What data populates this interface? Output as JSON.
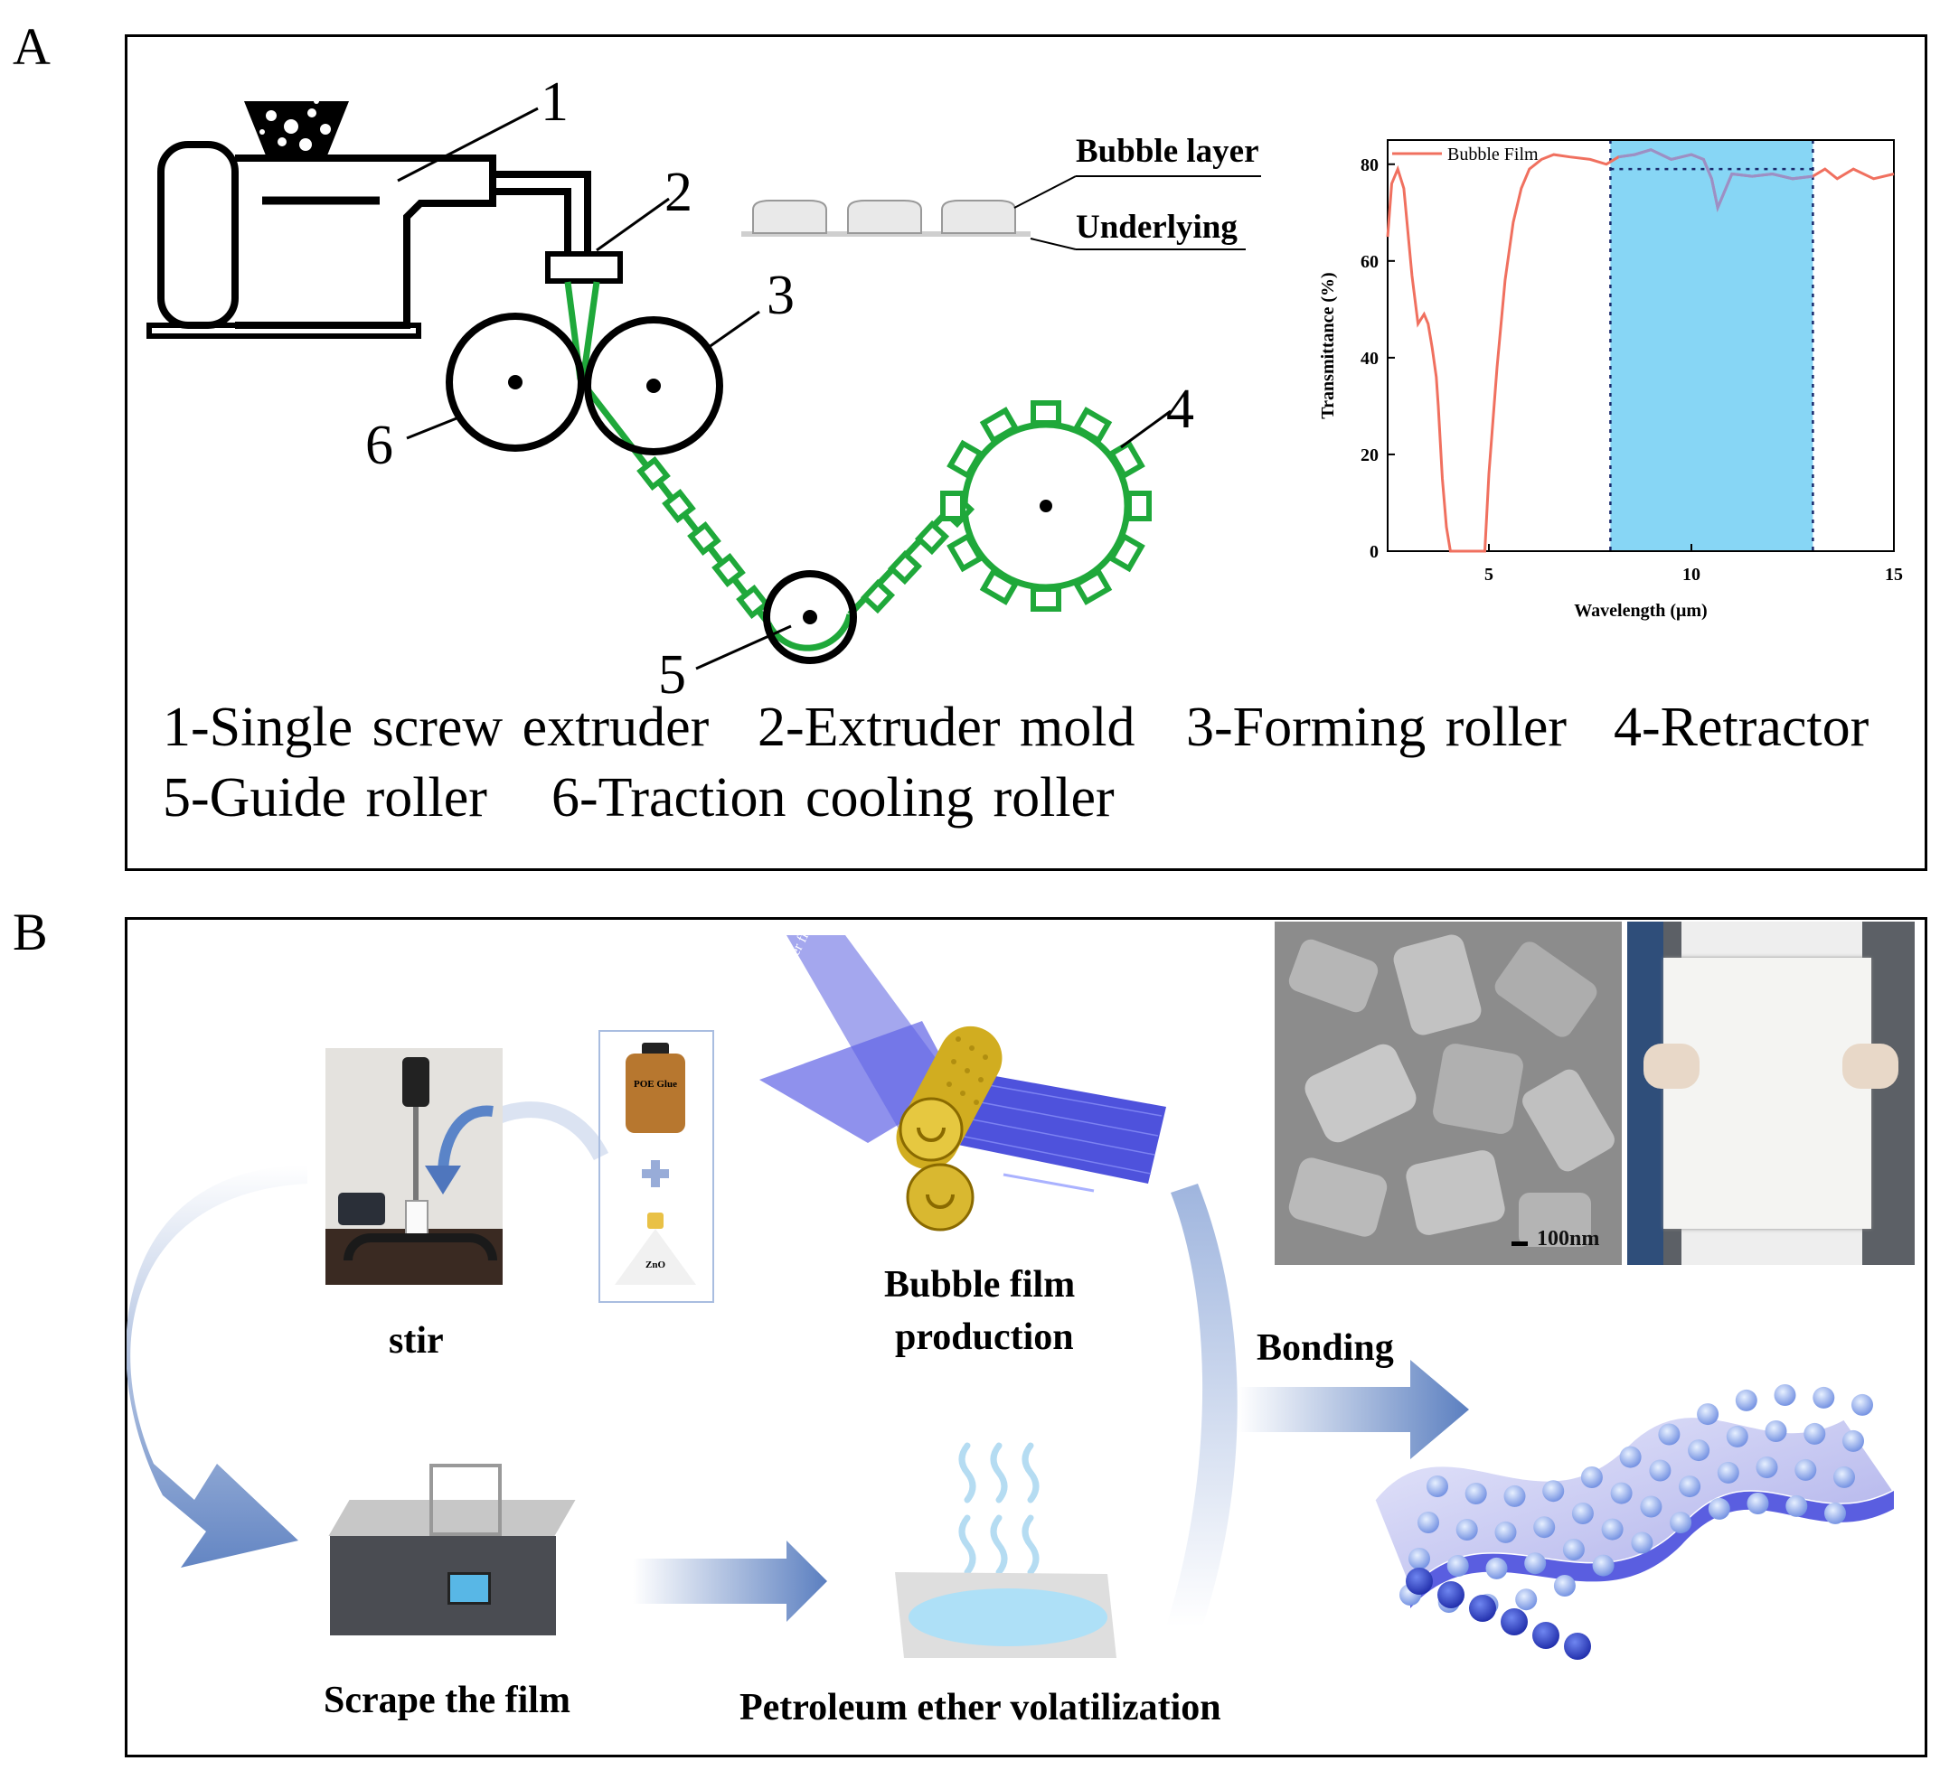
{
  "panel_a": {
    "letter": "A",
    "numbers": [
      "1",
      "2",
      "3",
      "4",
      "5",
      "6"
    ],
    "bubble_layer_label": "Bubble layer",
    "underlying_label": "Underlying",
    "legend_row1": [
      "1-Single screw extruder",
      "2-Extruder mold",
      "3-Forming roller",
      "4-Retractor"
    ],
    "legend_row2": [
      "5-Guide roller",
      "6-Traction cooling roller"
    ],
    "colors": {
      "film": "#1fa83a",
      "ink": "#000000"
    }
  },
  "chart_data": {
    "type": "line",
    "xlabel": "Wavelength (μm)",
    "ylabel": "Transmittance (%)",
    "xlim": [
      2.5,
      15
    ],
    "ylim": [
      0,
      85
    ],
    "xticks": [
      "5",
      "10",
      "15"
    ],
    "yticks": [
      "0",
      "20",
      "40",
      "60",
      "80"
    ],
    "highlight_band": [
      8,
      13
    ],
    "reference_line_y": 79,
    "colors": {
      "curve": "#f0705f",
      "curve_in_band": "#9b8fc6",
      "band": "#87d6f5",
      "reference": "#1a2a6c"
    },
    "series": [
      {
        "name": "Bubble Film",
        "x": [
          2.5,
          2.6,
          2.75,
          2.9,
          3.0,
          3.1,
          3.25,
          3.4,
          3.5,
          3.6,
          3.7,
          3.75,
          3.85,
          3.95,
          4.05,
          4.15,
          4.3,
          4.6,
          4.7,
          4.8,
          4.9,
          5.0,
          5.2,
          5.4,
          5.6,
          5.8,
          6.0,
          6.3,
          6.6,
          7.0,
          7.5,
          7.9,
          8.2,
          8.6,
          9.0,
          9.5,
          10.0,
          10.3,
          10.5,
          10.65,
          10.8,
          11.0,
          11.5,
          12.0,
          12.5,
          13.0,
          13.3,
          13.6,
          14.0,
          14.5,
          15.0
        ],
        "y": [
          65,
          76,
          79,
          75,
          66,
          57,
          47,
          49,
          47,
          42,
          36,
          30,
          15,
          5,
          0,
          0,
          0,
          0,
          0,
          0,
          0,
          16,
          38,
          56,
          68,
          75,
          79,
          81,
          82,
          81.5,
          81,
          80,
          81.5,
          82,
          83,
          81,
          82,
          81,
          77,
          71,
          74,
          78,
          77.5,
          78,
          77,
          77.5,
          79,
          77,
          79,
          77,
          78
        ]
      }
    ]
  },
  "panel_b": {
    "letter": "B",
    "stir_label": "stir",
    "poe_label": "POE Glue",
    "zno_label": "ZnO",
    "polymer_label": "Polymer film",
    "production_line1": "Bubble film",
    "production_line2": "production",
    "scale_label": "100nm",
    "bonding_label": "Bonding",
    "scrape_label": "Scrape the film",
    "volatilization_label": "Petroleum ether volatilization",
    "colors": {
      "arrow": "#5b7fc0",
      "film_blue": "#5a5ee0",
      "roller_gold": "#d1ad20",
      "water": "#aee0f7"
    }
  }
}
